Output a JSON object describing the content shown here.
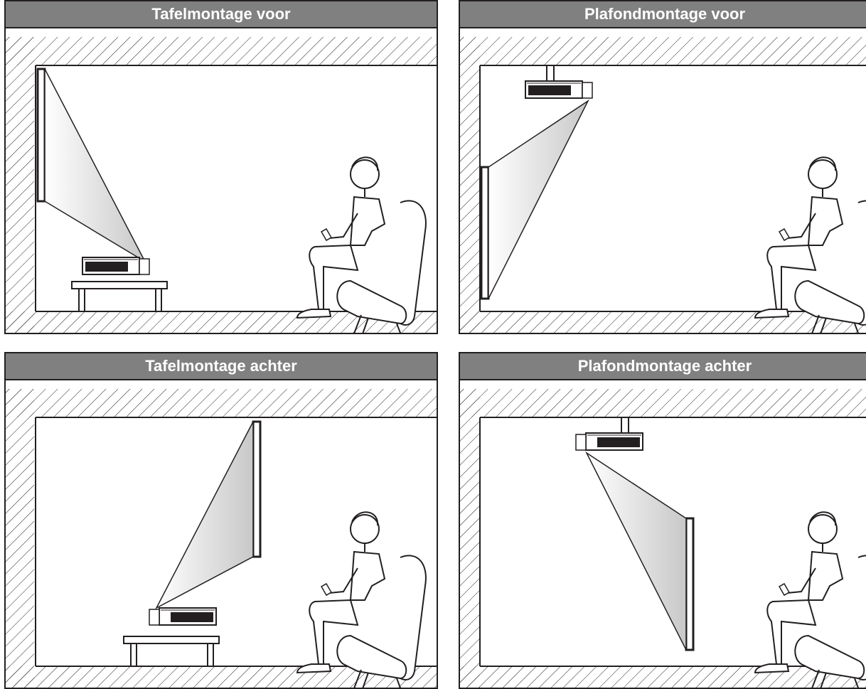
{
  "panels": [
    {
      "title": "Tafelmontage voor"
    },
    {
      "title": "Plafondmontage voor"
    },
    {
      "title": "Tafelmontage achter"
    },
    {
      "title": "Plafondmontage achter"
    }
  ],
  "colors": {
    "header_bg": "#808080",
    "header_text": "#ffffff",
    "line": "#231f20"
  }
}
